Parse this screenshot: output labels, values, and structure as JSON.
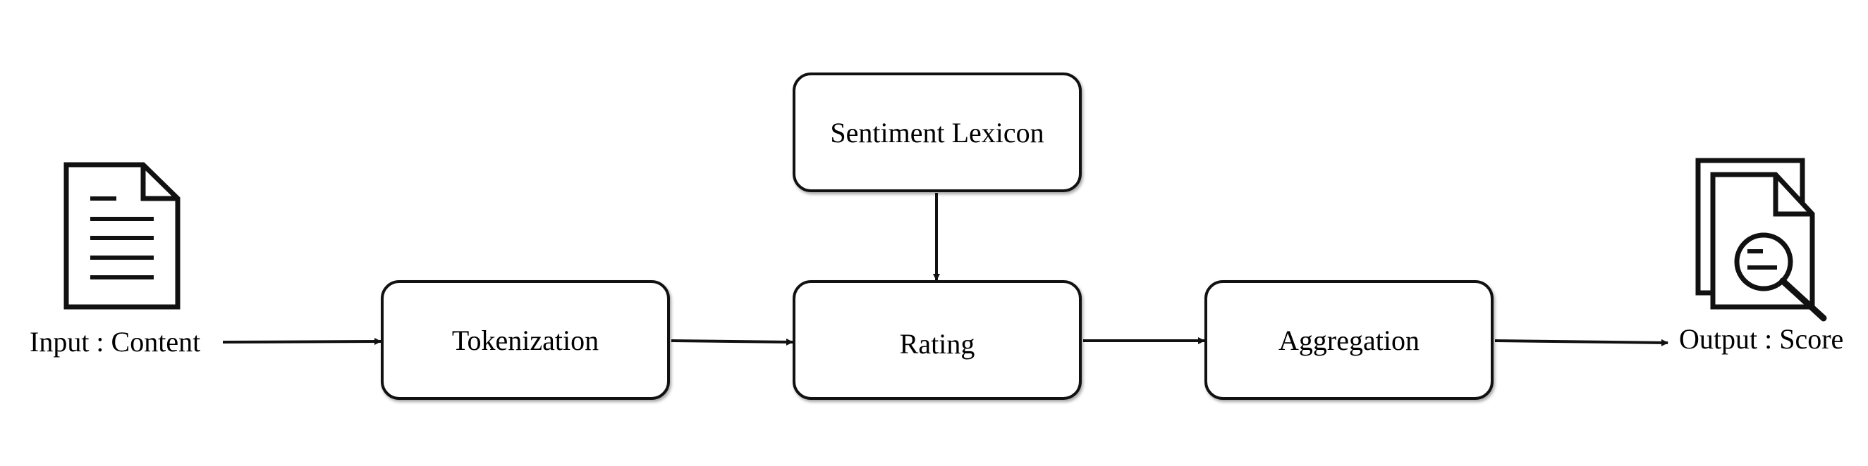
{
  "diagram": {
    "input": {
      "label": "Input : Content",
      "icon": "document-icon"
    },
    "output": {
      "label": "Output : Score",
      "icon": "document-search-icon"
    },
    "nodes": [
      {
        "id": "tokenization",
        "label": "Tokenization"
      },
      {
        "id": "sentiment_lexicon",
        "label": "Sentiment Lexicon"
      },
      {
        "id": "rating",
        "label": "Rating"
      },
      {
        "id": "aggregation",
        "label": "Aggregation"
      }
    ],
    "edges": [
      {
        "from": "input",
        "to": "tokenization"
      },
      {
        "from": "tokenization",
        "to": "rating"
      },
      {
        "from": "sentiment_lexicon",
        "to": "rating"
      },
      {
        "from": "rating",
        "to": "aggregation"
      },
      {
        "from": "aggregation",
        "to": "output"
      }
    ],
    "colors": {
      "stroke": "#111111",
      "fill": "#ffffff"
    }
  }
}
